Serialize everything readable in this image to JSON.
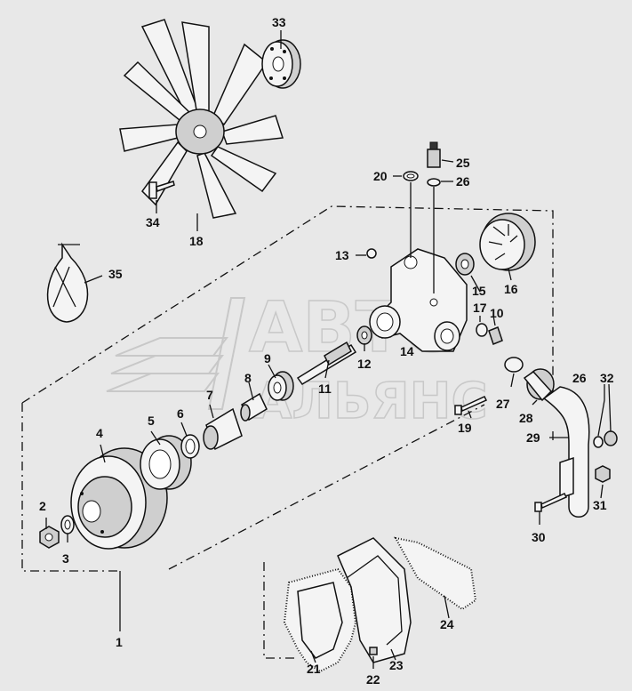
{
  "watermark": {
    "line1": "АВТО",
    "line2": "АЛЬЯНС"
  },
  "callouts": {
    "c1": "1",
    "c2": "2",
    "c3": "3",
    "c4": "4",
    "c5": "5",
    "c6": "6",
    "c7": "7",
    "c8": "8",
    "c9": "9",
    "c10": "10",
    "c11": "11",
    "c12": "12",
    "c13": "13",
    "c14": "14",
    "c15": "15",
    "c16": "16",
    "c17": "17",
    "c18": "18",
    "c19": "19",
    "c20": "20",
    "c21": "21",
    "c22": "22",
    "c23": "23",
    "c24": "24",
    "c25": "25",
    "c26a": "26",
    "c26b": "26",
    "c27": "27",
    "c28": "28",
    "c29": "29",
    "c30": "30",
    "c31": "31",
    "c32": "32",
    "c33": "33",
    "c34": "34",
    "c35": "35"
  }
}
